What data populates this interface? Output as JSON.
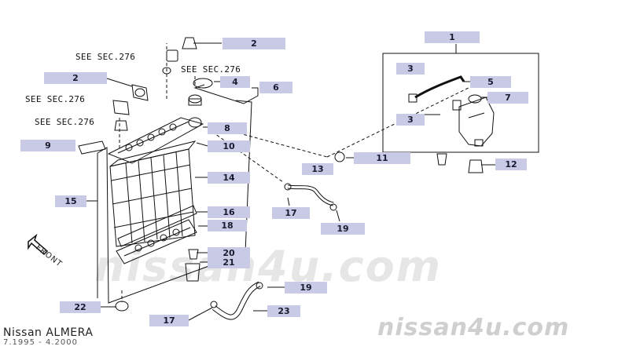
{
  "callouts": {
    "c1": "1",
    "c2a": "2",
    "c2b": "2",
    "c3a": "3",
    "c3b": "3",
    "c4": "4",
    "c5": "5",
    "c6": "6",
    "c7": "7",
    "c8": "8",
    "c9": "9",
    "c10": "10",
    "c11": "11",
    "c12": "12",
    "c13": "13",
    "c14": "14",
    "c15": "15",
    "c16": "16",
    "c17a": "17",
    "c17b": "17",
    "c18": "18",
    "c19a": "19",
    "c19b": "19",
    "c20": "20",
    "c21": "21",
    "c22": "22",
    "c23": "23"
  },
  "see_refs": {
    "s1": "SEE SEC.276",
    "s2": "SEE SEC.276",
    "s3": "SEE SEC.276",
    "s4": "SEE SEC.276"
  },
  "front_label": "FRONT",
  "model": "Nissan ALMERA",
  "period": "7.1995 - 4.2000",
  "watermarks": {
    "big": "nissan4u.com",
    "small": "nissan4u.com"
  }
}
